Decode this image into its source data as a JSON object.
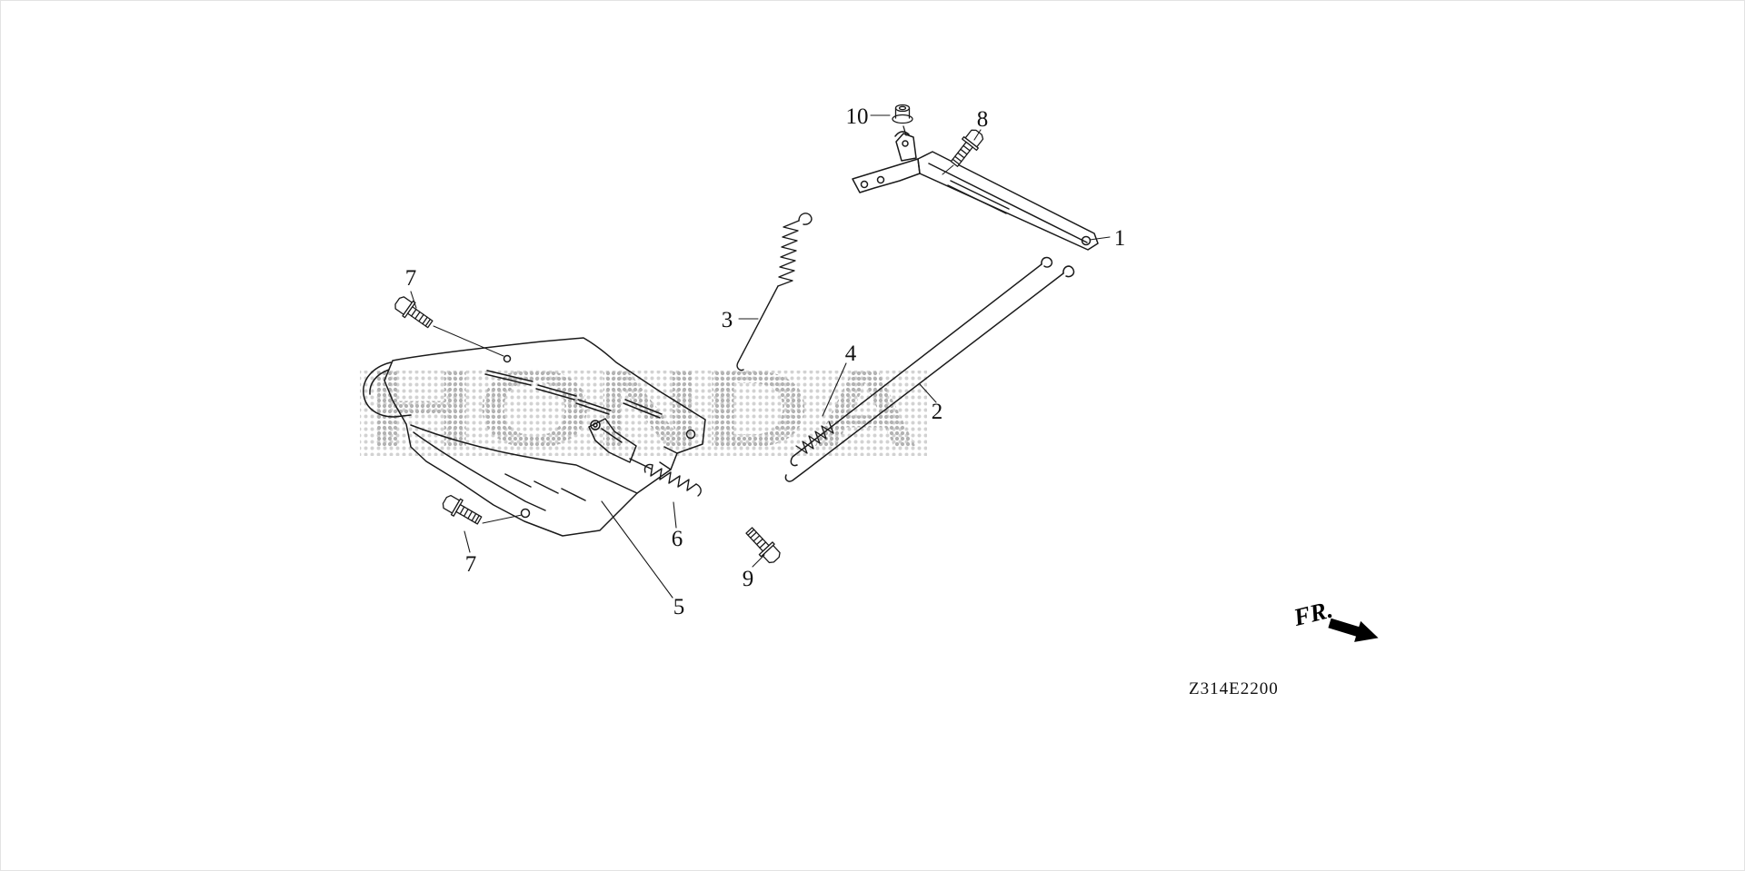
{
  "page": {
    "background_color": "#ffffff",
    "line_color": "#1a1a1a",
    "watermark_band_dot_color": "#d2d2d2",
    "watermark_text_dot_color": "#b2b2b2"
  },
  "watermark": {
    "text": "HONDA"
  },
  "callouts": [
    {
      "label": "1"
    },
    {
      "label": "2"
    },
    {
      "label": "3"
    },
    {
      "label": "4"
    },
    {
      "label": "5"
    },
    {
      "label": "6"
    },
    {
      "label": "7"
    },
    {
      "label": "7"
    },
    {
      "label": "8"
    },
    {
      "label": "9"
    },
    {
      "label": "10"
    }
  ],
  "orientation": {
    "label": "FR."
  },
  "footer": {
    "diagram_code": "Z314E2200"
  }
}
